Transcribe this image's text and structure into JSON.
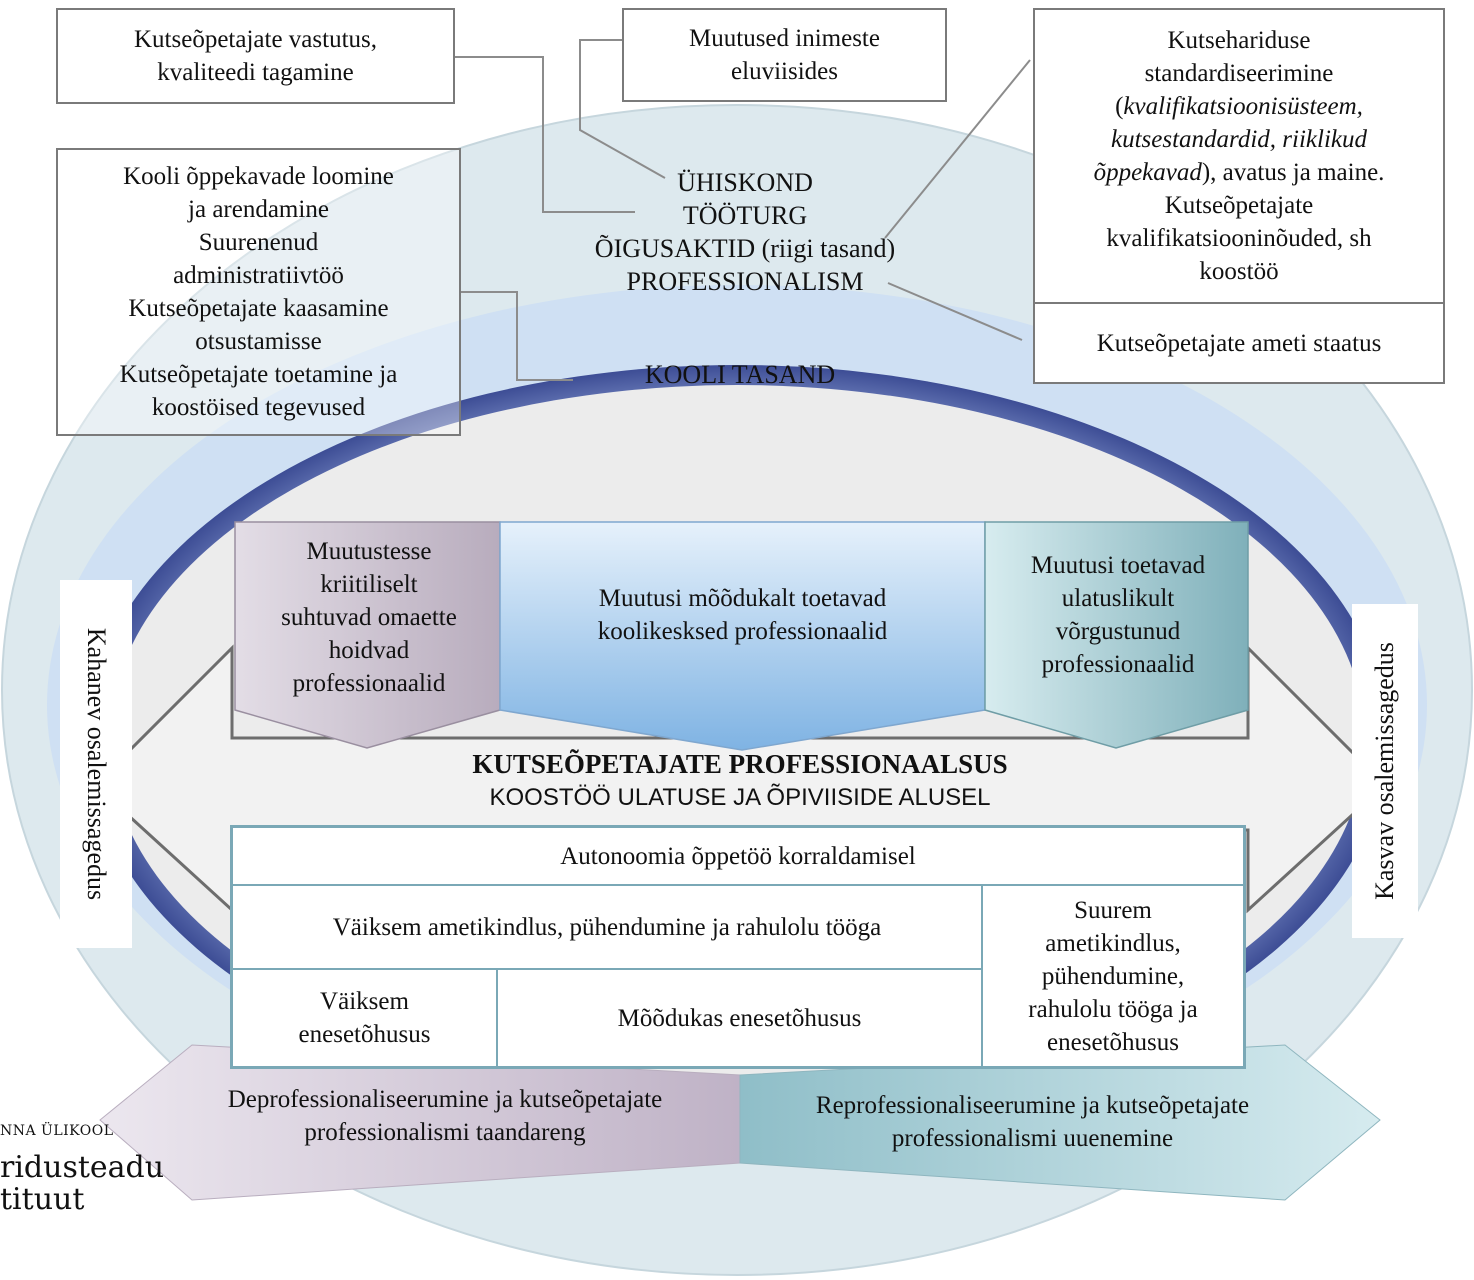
{
  "top_boxes": {
    "responsibility": "Kutseõpetajate vastutus,\nkvaliteedi tagamine",
    "lifestyle": "Muutused inimeste\neluviisides",
    "school_curriculum": "Kooli õppekavade loomine\nja arendamine\nSuurenenud\nadministratiivtöö\nKutseõpetajate kaasamine\notsustamisse\nKutseõpetajate toetamine ja\nkoostöised tegevused",
    "standardization_line1": "Kutsehariduse\nstandardiseerimine\n(",
    "standardization_italic": "kvalifikatsioonisüsteem,\nkutsestandardid, riiklikud\nõppekavad",
    "standardization_line2": "), avatus ja maine.\nKutseõpetajate\nkvalifikatsiooninõuded, sh\nkoostöö",
    "status": "Kutseõpetajate ameti staatus"
  },
  "levels": {
    "society": "ÜHISKOND\nTÖÖTURG\nÕIGUSAKTID (riigi tasand)\nPROFESSIONALISM",
    "school": "KOOLI TASAND"
  },
  "groups": {
    "critical": "Muutustesse\nkriitiliselt\nsuhtuvad omaette\nhoidvad\nprofessionaalid",
    "moderate": "Muutusi mõõdukalt toetavad\nkoolikesksed professionaalid",
    "networked": "Muutusi toetavad\nulatuslikult\nvõrgustunud\nprofessionaalid"
  },
  "center": {
    "title": "KUTSEÕPETAJATE PROFESSIONAALSUS",
    "subtitle": "KOOSTÖÖ ULATUSE JA ÕPIVIISIDE ALUSEL"
  },
  "table": {
    "autonomy": "Autonoomia õppetöö korraldamisel",
    "less_security": "Väiksem ametikindlus, pühendumine ja rahulolu tööga",
    "more_security": "Suurem\nametikindlus,\npühendumine,\nrahulolu tööga ja\nenesetõhusus",
    "less_efficacy": "Väiksem\nenesetõhusus",
    "moderate_efficacy": "Mõõdukas enesetõhusus"
  },
  "sides": {
    "left": "Kahanev osalemissagedus",
    "right": "Kasvav osalemissagedus"
  },
  "bottom_arrows": {
    "deprof": "Deprofessionaliseerumine ja kutseõpetajate\nprofessionalismi taandareng",
    "reprof": "Reprofessionaliseerumine ja kutseõpetajate\nprofessionalismi uuenemine"
  },
  "footer": {
    "university": "NNA ÜLIKOOL",
    "institute_1": "ridusteadu",
    "institute_2": "tituut"
  },
  "colors": {
    "outer_ellipse": "#dde9ee",
    "mid_ellipse": "#cfe0f3",
    "ring": "#5a6aa8",
    "inner_ellipse": "#ececec",
    "critical_group": "#cbc1cf",
    "moderate_group": "#a9cdee",
    "networked_group": "#9fc8cf",
    "deprof_arrow": "#cfc6d4",
    "reprof_arrow": "#a9ccd4"
  }
}
